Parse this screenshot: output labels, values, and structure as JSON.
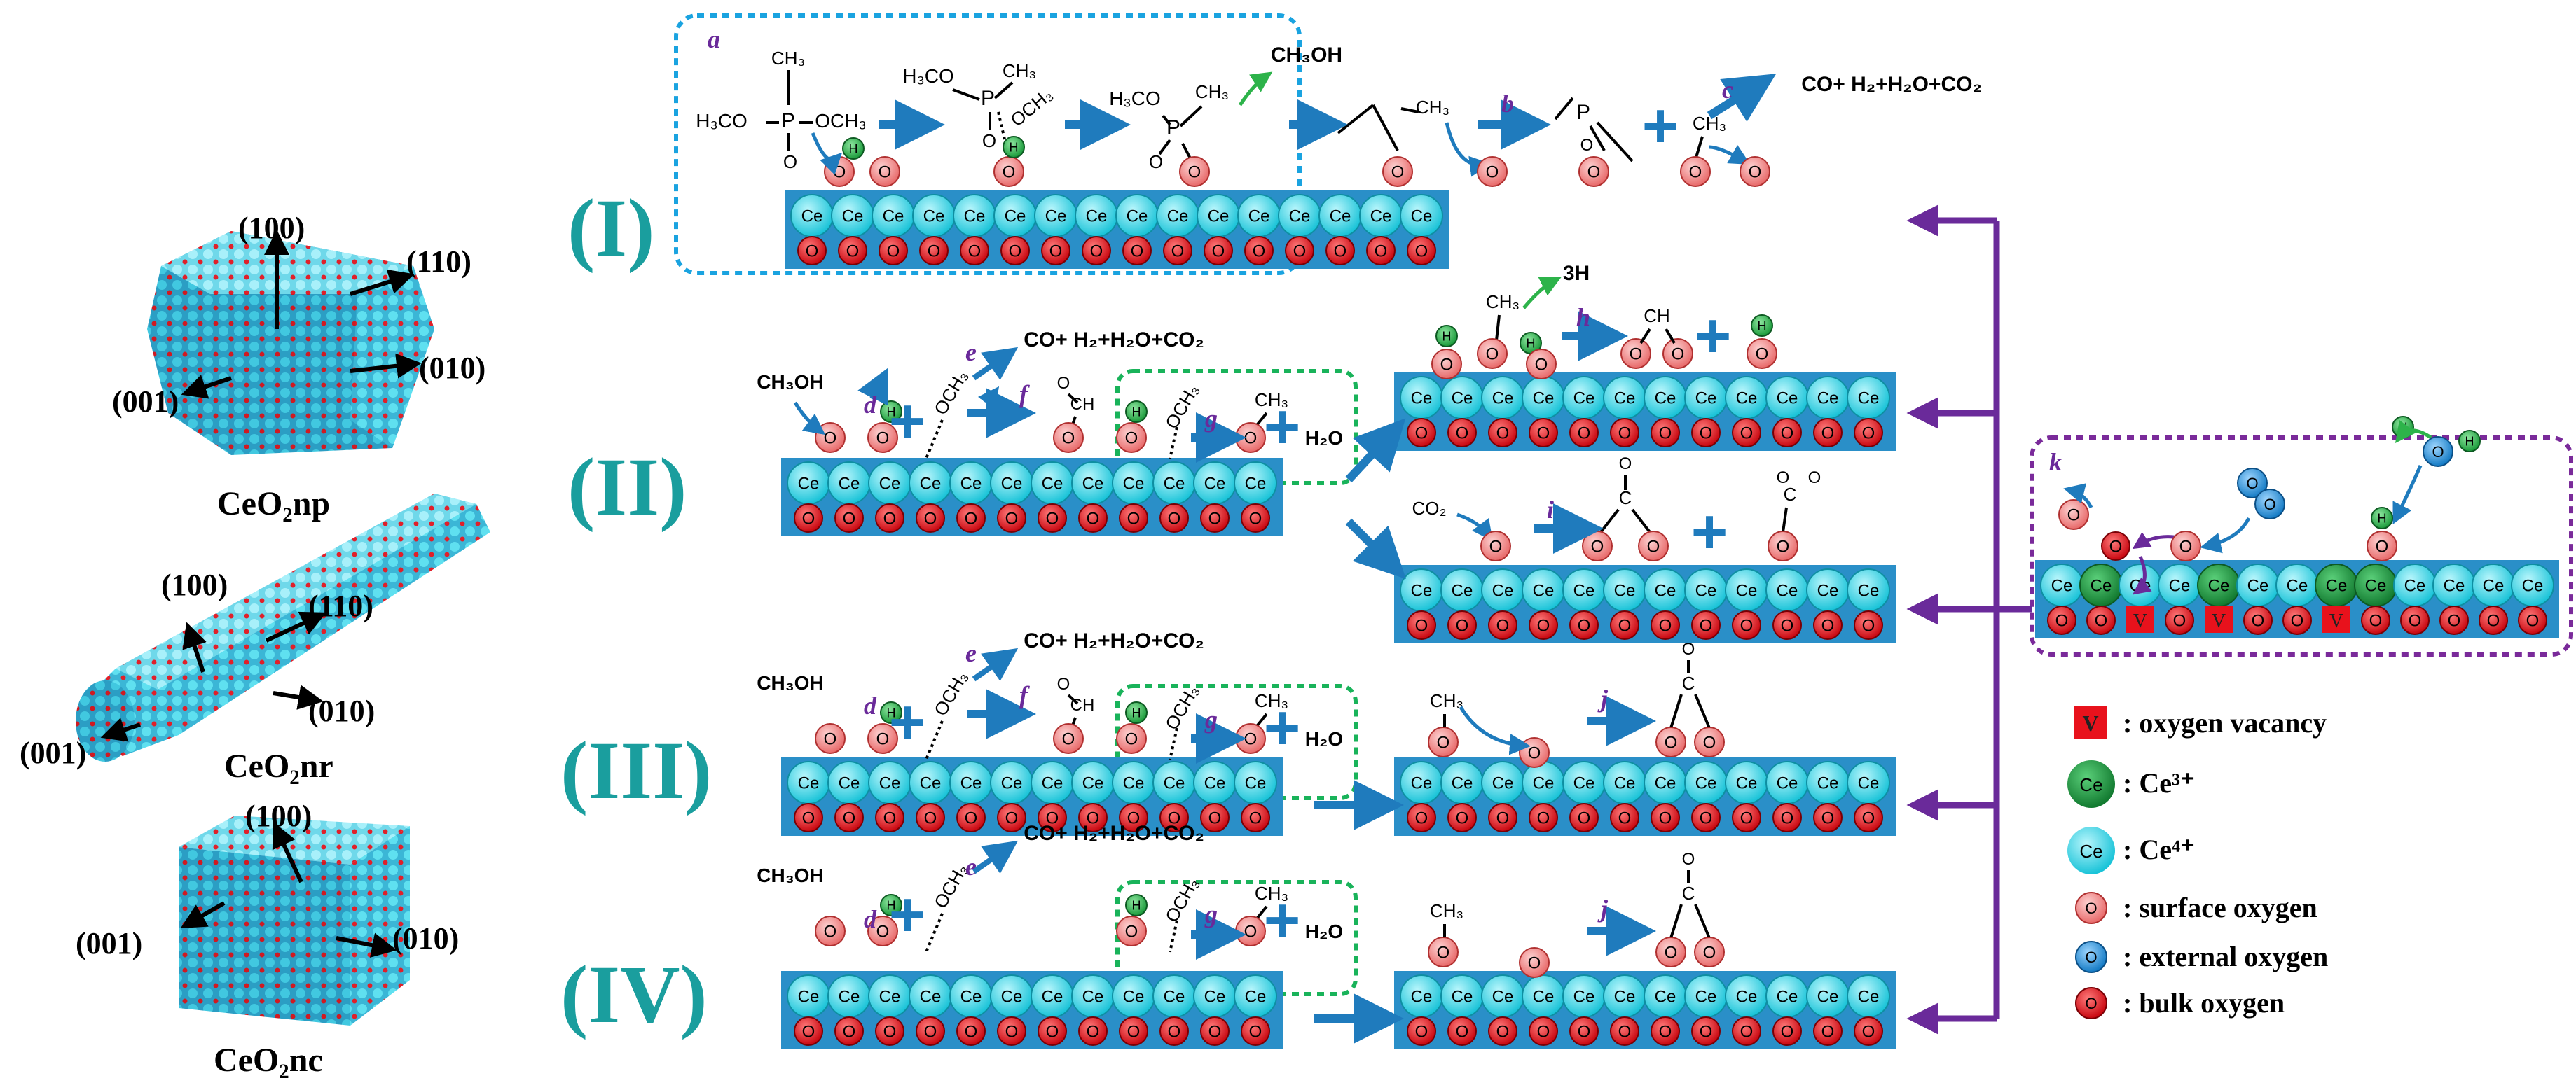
{
  "colors": {
    "teal_label": "#1a9e9e",
    "cerium4": "#29d4e6",
    "cerium3": "#1a8f3a",
    "surface_oxygen": "#f08080",
    "bulk_oxygen": "#e8121c",
    "external_oxygen": "#1e8fd8",
    "hydrogen": "#2db34a",
    "substrate": "#2a8fc8",
    "arrow_blue": "#1f7bbd",
    "purple": "#6a2a9a",
    "box_blue": "#1aa3e0",
    "box_green": "#19b35a",
    "box_purple": "#7a2a9a",
    "vacancy": "#e8121c",
    "step_letter": "#6a2a9a"
  },
  "nanostructures": [
    {
      "name": "CeO₂np",
      "facets": [
        "(100)",
        "(110)",
        "(010)",
        "(001)"
      ]
    },
    {
      "name": "CeO₂nr",
      "facets": [
        "(100)",
        "(110)",
        "(010)",
        "(001)"
      ]
    },
    {
      "name": "CeO₂nc",
      "facets": [
        "(100)",
        "(010)",
        "(001)"
      ]
    }
  ],
  "pathways": {
    "p1": "(I)",
    "p2": "(II)",
    "p3": "(III)",
    "p4": "(IV)"
  },
  "atoms": {
    "ce": "Ce",
    "o": "O",
    "h": "H",
    "v": "V"
  },
  "steps": {
    "a": "a",
    "b": "b",
    "c": "c",
    "d": "d",
    "e": "e",
    "f": "f",
    "g": "g",
    "h": "h",
    "i": "i",
    "j": "j",
    "k": "k"
  },
  "species": {
    "dmmp_h3co": "H₃CO",
    "dmmp_och3": "OCH₃",
    "ch3": "CH₃",
    "p": "P",
    "o": "O",
    "methanol": "CH₃OH",
    "products": "CO+ H₂+H₂O+CO₂",
    "water": "H₂O",
    "co2": "CO₂",
    "three_h": "3H",
    "ch": "CH",
    "c": "C",
    "plus": "+"
  },
  "legend": [
    {
      "symbol": "V",
      "label": ": oxygen vacancy"
    },
    {
      "symbol": "Ce",
      "label": ": Ce³⁺"
    },
    {
      "symbol": "Ce",
      "label": ": Ce⁴⁺"
    },
    {
      "symbol": "O",
      "label": ": surface oxygen"
    },
    {
      "symbol": "O",
      "label": ": external oxygen"
    },
    {
      "symbol": "O",
      "label": ": bulk oxygen"
    }
  ]
}
